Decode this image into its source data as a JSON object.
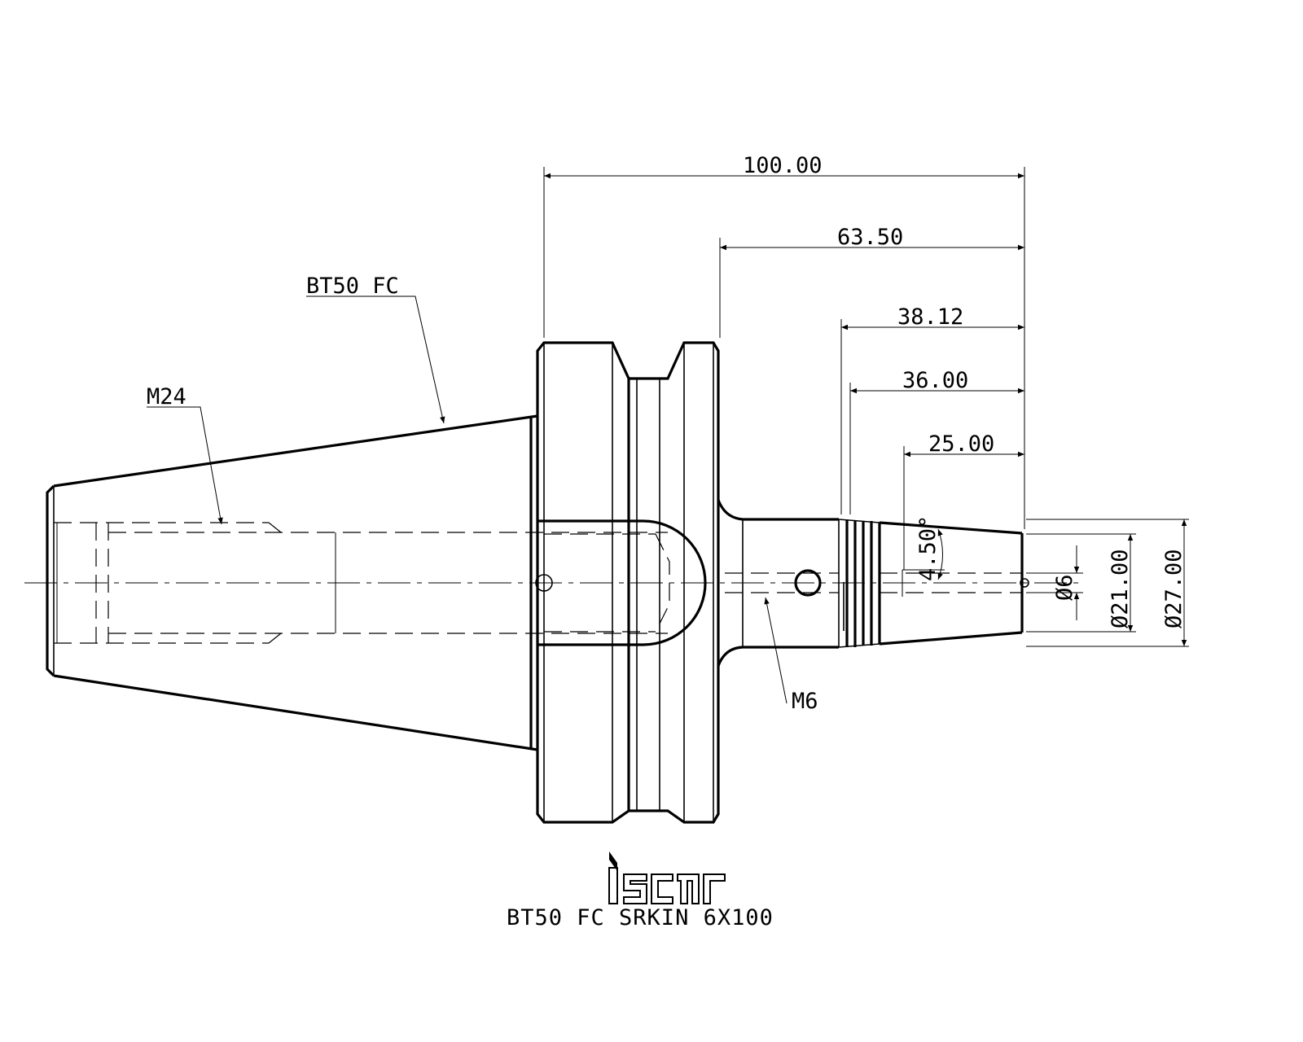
{
  "part": {
    "taper_label": "BT50 FC",
    "thread_label": "M24",
    "screw_label": "M6",
    "designation": "BT50 FC SRKIN 6X100",
    "logo": "iscar"
  },
  "dimensions": {
    "overall_length": "100.00",
    "gauge_to_tip": "63.50",
    "clamp_length": "38.12",
    "taper_length": "36.00",
    "bore_depth": "25.00",
    "taper_angle": "4.50°",
    "bore_diameter": "Ø6",
    "tip_diameter": "Ø21.00",
    "nose_diameter": "Ø27.00"
  }
}
